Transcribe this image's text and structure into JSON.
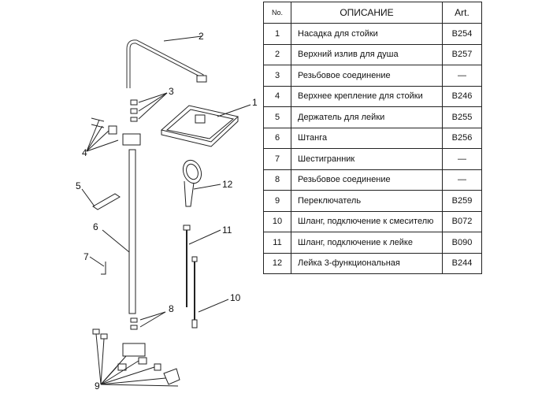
{
  "table": {
    "headers": {
      "no": "No.",
      "description": "ОПИСАНИЕ",
      "art": "Art."
    },
    "rows": [
      {
        "no": "1",
        "description": "Насадка для стойки",
        "art": "B254"
      },
      {
        "no": "2",
        "description": "Верхний излив для душа",
        "art": "B257"
      },
      {
        "no": "3",
        "description": "Резьбовое соединение",
        "art": "—"
      },
      {
        "no": "4",
        "description": "Верхнее крепление для стойки",
        "art": "B246"
      },
      {
        "no": "5",
        "description": "Держатель для лейки",
        "art": "B255"
      },
      {
        "no": "6",
        "description": "Штанга",
        "art": "B256"
      },
      {
        "no": "7",
        "description": "Шестигранник",
        "art": "—"
      },
      {
        "no": "8",
        "description": "Резьбовое соединение",
        "art": "—"
      },
      {
        "no": "9",
        "description": "Переключатель",
        "art": "B259"
      },
      {
        "no": "10",
        "description": "Шланг, подключение к смесителю",
        "art": "B072"
      },
      {
        "no": "11",
        "description": "Шланг, подключение к лейке",
        "art": "B090"
      },
      {
        "no": "12",
        "description": "Лейка 3-функциональная",
        "art": "B244"
      }
    ]
  },
  "diagram": {
    "callouts": [
      "1",
      "2",
      "3",
      "4",
      "5",
      "6",
      "7",
      "8",
      "9",
      "10",
      "11",
      "12"
    ]
  }
}
